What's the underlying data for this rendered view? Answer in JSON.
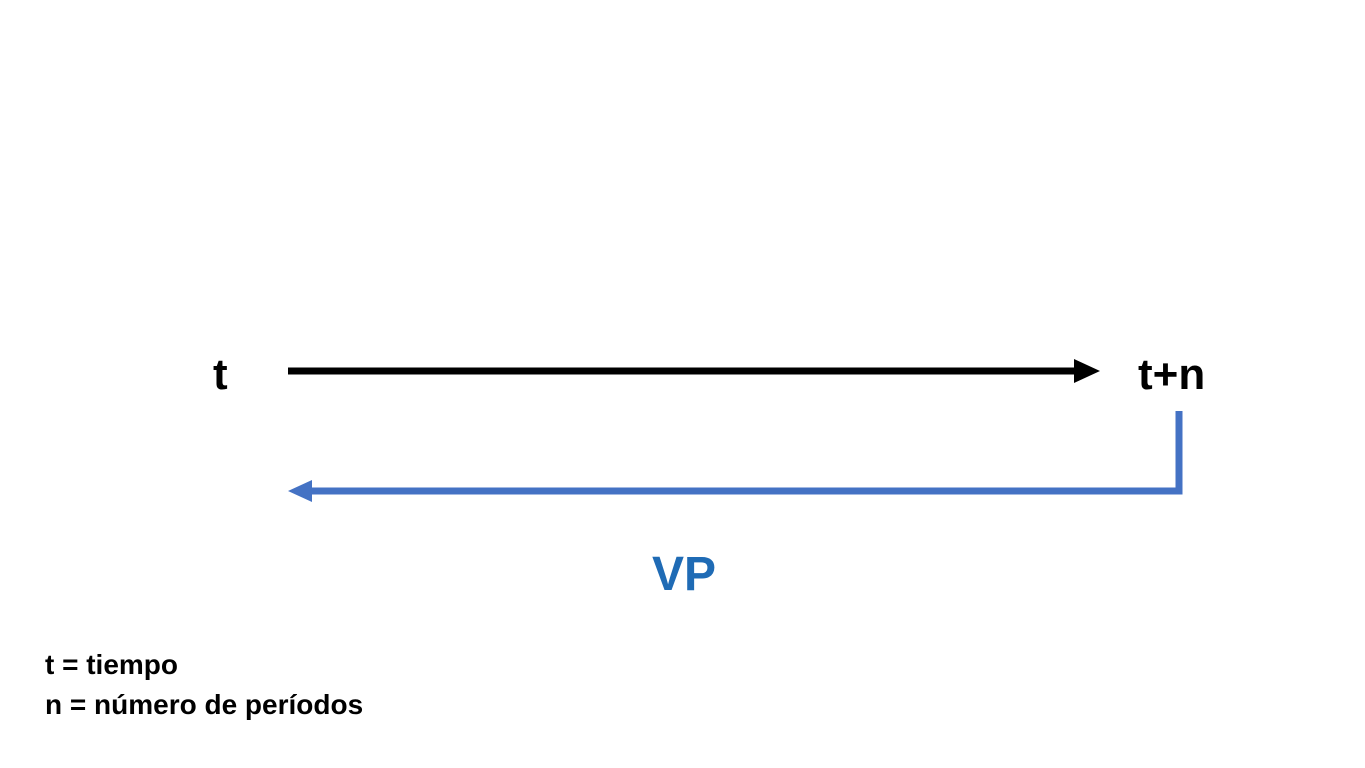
{
  "diagram": {
    "start_label": "t",
    "end_label": "t+n",
    "result_label": "VP",
    "colors": {
      "forward_arrow": "#000000",
      "return_arrow": "#4472c4",
      "result_text": "#1f6bb5",
      "text": "#000000",
      "background": "#ffffff"
    }
  },
  "legend": {
    "items": [
      "t = tiempo",
      "n = número de períodos"
    ]
  }
}
